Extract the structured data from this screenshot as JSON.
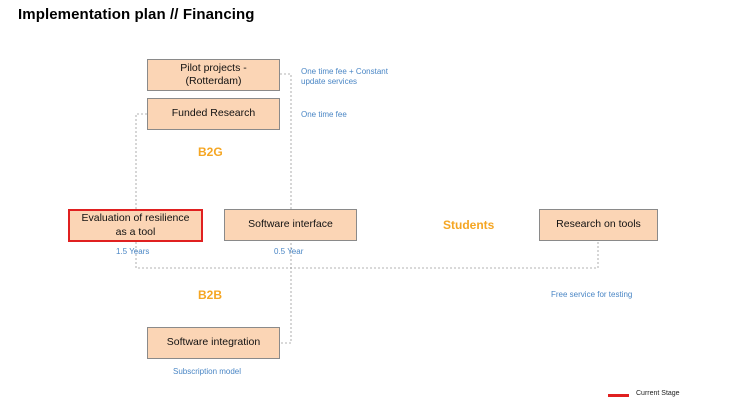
{
  "title": "Implementation plan // Financing",
  "boxes": {
    "pilot": "Pilot projects -\n(Rotterdam)",
    "funded": "Funded Research",
    "evaluation": "Evaluation of resilience as a tool",
    "software_interface": "Software interface",
    "research_tools": "Research on tools",
    "software_integration": "Software integration"
  },
  "segments": {
    "b2g": "B2G",
    "b2b": "B2B",
    "students": "Students"
  },
  "notes": {
    "pilot": "One time fee + Constant update services",
    "funded": "One time fee",
    "evaluation_duration": "1.5 Years",
    "interface_duration": "0.5 Year",
    "free_service": "Free service for testing",
    "subscription": "Subscription model"
  },
  "legend": {
    "current_stage": "Current Stage",
    "color": "#e02020"
  },
  "colors": {
    "box_fill": "#fbd5b5",
    "segment_text": "#f5a623",
    "note_text": "#4a86c5"
  }
}
